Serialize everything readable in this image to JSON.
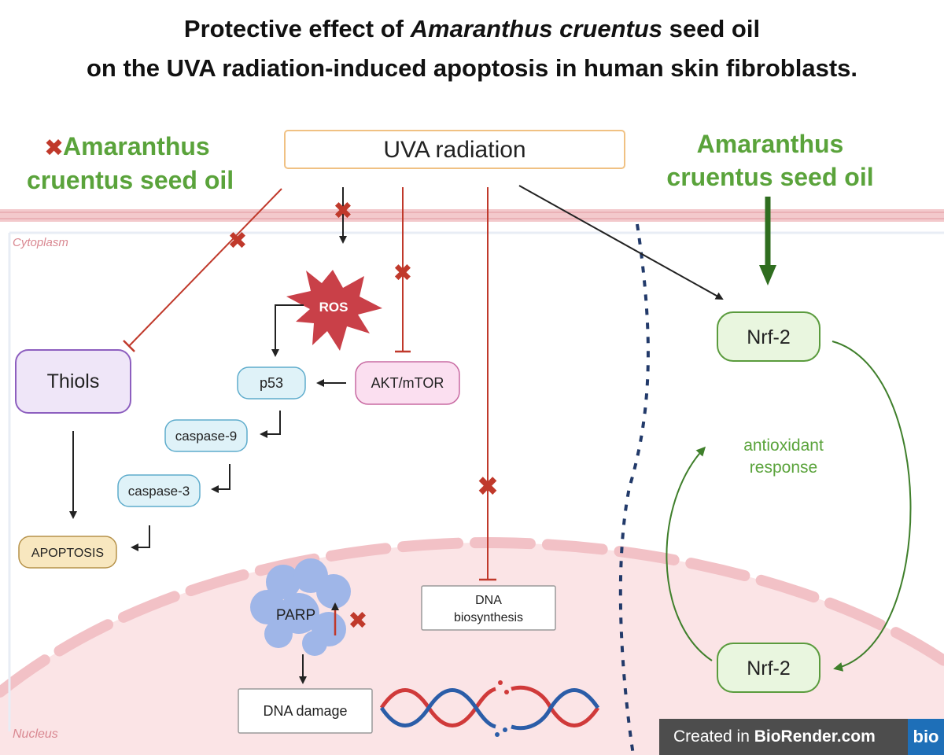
{
  "title": {
    "line1_prefix": "Protective effect of ",
    "line1_italic": "Amaranthus cruentus",
    "line1_suffix": " seed oil",
    "line2": "on the UVA radiation-induced apoptosis in human skin fibroblasts."
  },
  "labels": {
    "left_oil_line1": "Amaranthus",
    "left_oil_line2": "cruentus seed oil",
    "uva": "UVA radiation",
    "right_oil_line1": "Amaranthus",
    "right_oil_line2": "cruentus seed oil",
    "cytoplasm": "Cytoplasm",
    "nucleus": "Nucleus",
    "ros": "ROS",
    "thiols": "Thiols",
    "p53": "p53",
    "akt": "AKT/mTOR",
    "casp9": "caspase-9",
    "casp3": "caspase-3",
    "apoptosis": "APOPTOSIS",
    "parp": "PARP",
    "dna_biosynthesis_line1": "DNA",
    "dna_biosynthesis_line2": "biosynthesis",
    "dna_damage": "DNA damage",
    "nrf2_top": "Nrf-2",
    "nrf2_bottom": "Nrf-2",
    "antioxidant_line1": "antioxidant",
    "antioxidant_line2": "response"
  },
  "credit": {
    "prefix": "Created in ",
    "brand": "BioRender.com",
    "logo": "bio"
  },
  "colors": {
    "oil_green": "#5aa33b",
    "inhibit_red": "#c0392b",
    "ros_red": "#c94048",
    "membrane_pink": "#f3c9cc",
    "nucleus_pink": "#fbe4e6",
    "thiols_fill": "#efe6f8",
    "thiols_stroke": "#8d5fbf",
    "akt_fill": "#fbdff0",
    "akt_stroke": "#c86aa2",
    "caspase_fill": "#dff2f8",
    "caspase_stroke": "#5eaccc",
    "apoptosis_fill": "#f8e7bf",
    "apoptosis_stroke": "#b6924a",
    "nrf2_fill": "#e9f6df",
    "nrf2_stroke": "#5a9b3d",
    "parp_fill": "#9fb6e8",
    "dna_red": "#d03a3a",
    "dna_blue": "#2b5da8"
  }
}
